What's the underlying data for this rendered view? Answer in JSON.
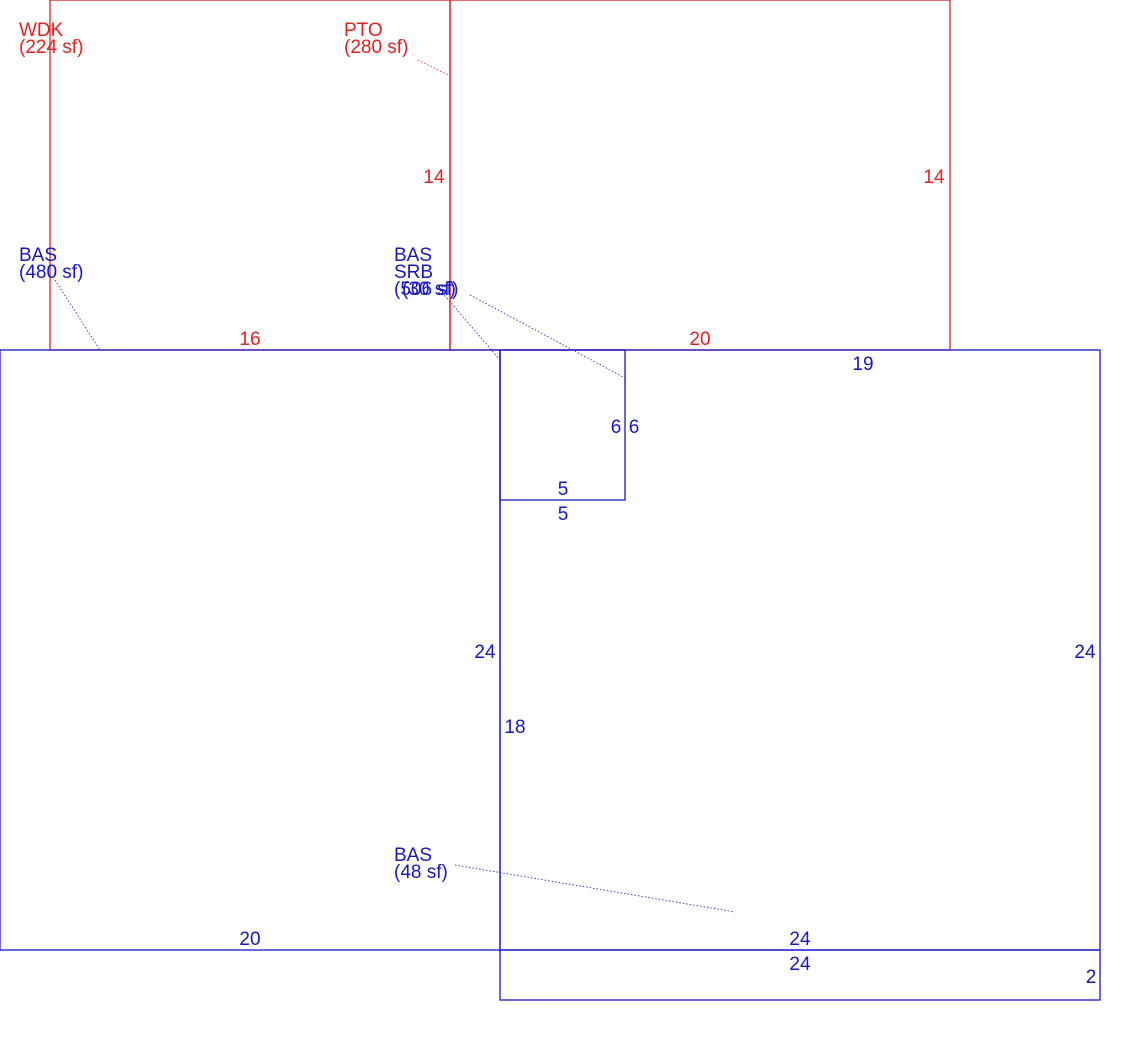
{
  "colors": {
    "red": "#e81f1f",
    "blue": "#1616c8"
  },
  "areas": {
    "wdk": {
      "code": "WDK",
      "area": "(224 sf)"
    },
    "pto": {
      "code": "PTO",
      "area": "(280 sf)"
    },
    "bas_left": {
      "code": "BAS",
      "area": "(480 sf)"
    },
    "bas_mid": {
      "code": "BAS",
      "area": "(506 sf)"
    },
    "srb": {
      "code": "SRB",
      "area": "(30 sf)"
    },
    "bas_bottom": {
      "code": "BAS",
      "area": "(48 sf)"
    }
  },
  "dimensions": {
    "wdk_top_right": "14",
    "pto_right": "14",
    "wdk_bottom": "16",
    "pto_bottom": "20",
    "bas_top_right": "19",
    "srb_left": "6",
    "srb_right": "6",
    "srb_bottom_inner": "5",
    "srb_bottom_outer": "5",
    "left_box_right": "24",
    "right_box_right": "24",
    "mid_left": "18",
    "left_box_bottom": "20",
    "right_box_bottom_inner": "24",
    "strip_top": "24",
    "strip_right": "2"
  }
}
